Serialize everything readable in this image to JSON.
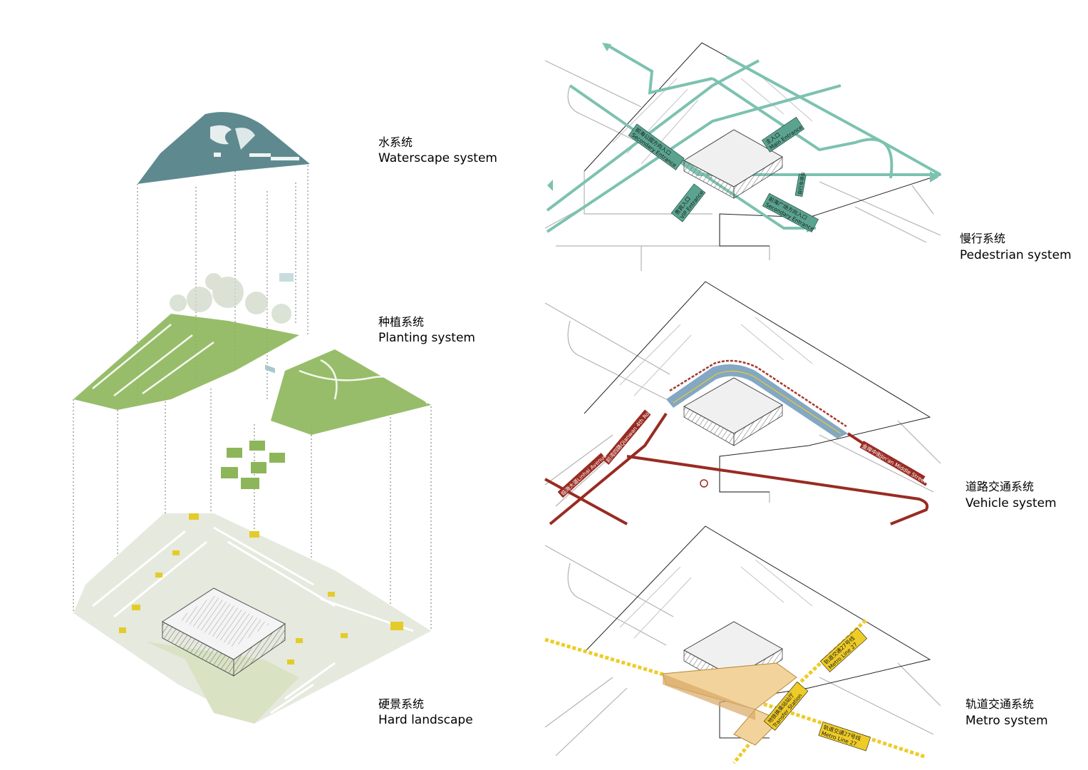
{
  "colors": {
    "water": "#5e8a8f",
    "planting": "#8db65a",
    "hard_yellow": "#e3cc2a",
    "hard_base": "#e6e9de",
    "pedestrian": "#7cc2b0",
    "tag_bg": "#5aa48f",
    "road_red": "#992b22",
    "tram_blue": "#6f98b8",
    "metro_yellow": "#eecb27",
    "station_fill": "#f2d39b",
    "line_grey": "#b3b3b3"
  },
  "exploded_axonometric": {
    "layers": [
      {
        "id": "water",
        "cn": "水系统",
        "en": "Waterscape system"
      },
      {
        "id": "planting",
        "cn": "种植系统",
        "en": "Planting system"
      },
      {
        "id": "hard",
        "cn": "硬景系统",
        "en": "Hard landscape"
      }
    ]
  },
  "system_maps": [
    {
      "id": "pedestrian",
      "cn": "慢行系统",
      "en": "Pedestrian system",
      "tags": [
        {
          "cn": "前海公园方向入口",
          "en": "Secondary Entrance"
        },
        {
          "cn": "主入口",
          "en": "Main Entrance"
        },
        {
          "cn": "贵宾入口",
          "en": "VIP Entrance"
        },
        {
          "cn": "前海广场方向入口",
          "en": "Secondary Entrance"
        },
        {
          "cn": "自行车停车",
          "en": ""
        }
      ]
    },
    {
      "id": "vehicle",
      "cn": "道路交通系统",
      "en": "Vehicle system",
      "roads": [
        {
          "cn": "前湾四路",
          "en": "Qianwan 4th Road"
        },
        {
          "cn": "临海大道",
          "en": "Linhai Avenue"
        },
        {
          "cn": "金岸中街",
          "en": "Jin'an Middle Street"
        }
      ]
    },
    {
      "id": "metro",
      "cn": "轨道交通系统",
      "en": "Metro system",
      "lines": [
        {
          "cn": "轨道交通27号线",
          "en": "Metro Line 27",
          "pos": "upper"
        },
        {
          "cn": "轨道交通27号线",
          "en": "Metro Line 27",
          "pos": "lower"
        }
      ],
      "station": {
        "cn": "地铁换乘站站厅",
        "en": "Transfer Station"
      }
    }
  ]
}
